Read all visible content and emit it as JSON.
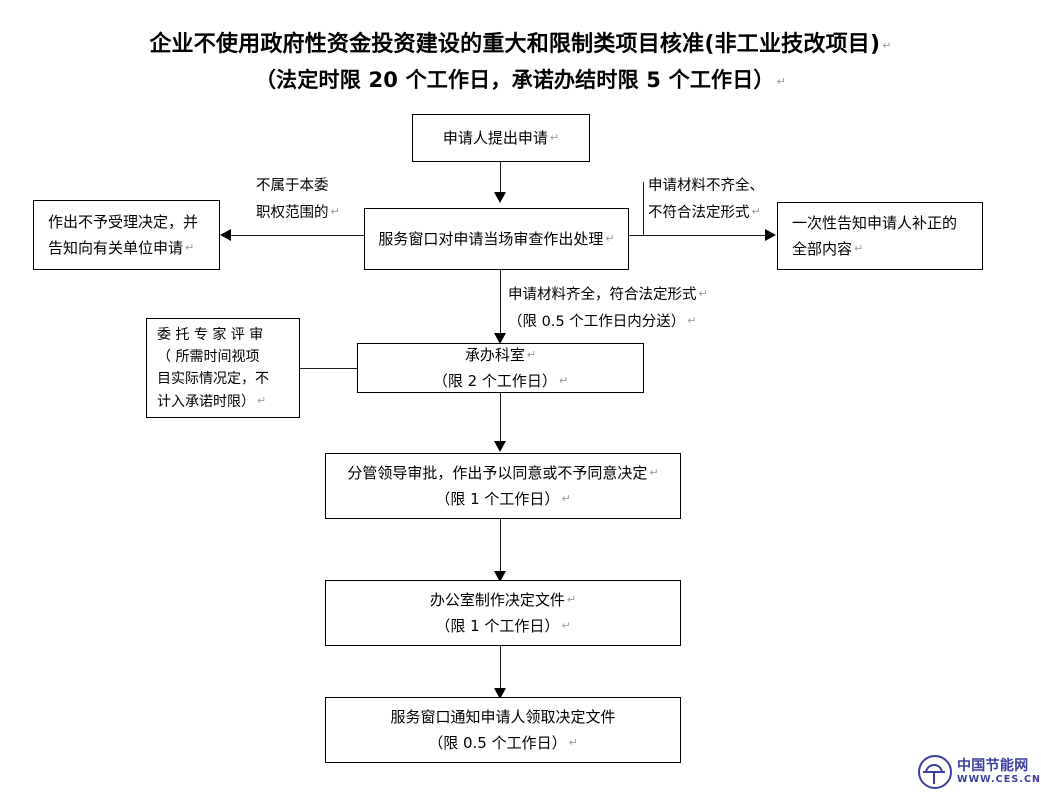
{
  "document": {
    "title_line1": "企业不使用政府性资金投资建设的重大和限制类项目核准(非工业技改项目)",
    "title_line2": "（法定时限 20 个工作日，承诺办结时限 5 个工作日）"
  },
  "flowchart": {
    "type": "flowchart",
    "nodes": [
      {
        "id": "applicant-submit",
        "lines": [
          "申请人提出申请"
        ]
      },
      {
        "id": "service-window-review",
        "lines": [
          "服务窗口对申请当场审查作出处理"
        ]
      },
      {
        "id": "reject-decision",
        "lines": [
          "作出不予受理决定，并",
          "告知向有关单位申请"
        ]
      },
      {
        "id": "one-time-notice",
        "lines": [
          "一次性告知申请人补正的",
          "全部内容"
        ]
      },
      {
        "id": "expert-review",
        "lines": [
          "委 托 专 家 评 审",
          "（ 所需时间视项",
          "目实际情况定，不",
          "计入承诺时限）"
        ]
      },
      {
        "id": "handling-section",
        "lines": [
          "承办科室",
          "（限 2 个工作日）"
        ]
      },
      {
        "id": "leader-approval",
        "lines": [
          "分管领导审批，作出予以同意或不予同意决定",
          "（限 1 个工作日）"
        ]
      },
      {
        "id": "office-document",
        "lines": [
          "办公室制作决定文件",
          "（限 1 个工作日）"
        ]
      },
      {
        "id": "notify-collect",
        "lines": [
          "服务窗口通知申请人领取决定文件",
          "（限 0.5 个工作日）"
        ]
      }
    ],
    "edge_labels": [
      {
        "id": "out-of-scope",
        "lines": [
          "不属于本委",
          "职权范围的"
        ]
      },
      {
        "id": "incomplete-materials",
        "lines": [
          "申请材料不齐全、",
          "不符合法定形式"
        ]
      },
      {
        "id": "materials-complete",
        "lines": [
          "申请材料齐全，符合法定形式",
          "（限 0.5 个工作日内分送）"
        ]
      }
    ],
    "paragraph_mark": "↵"
  },
  "watermark": {
    "name_cn": "中国节能网",
    "url": "WWW.CES.CN",
    "color": "#3a3f9e"
  }
}
